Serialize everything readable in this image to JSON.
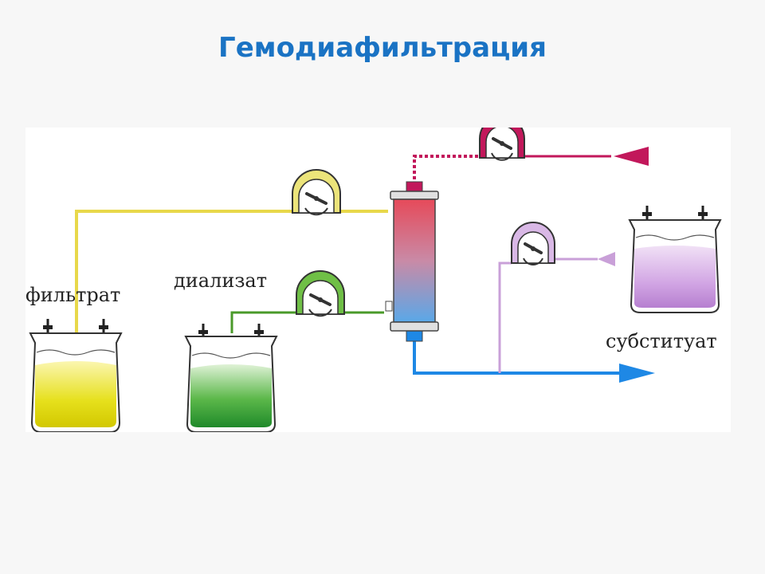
{
  "title": "Гемодиафильтрация",
  "labels": {
    "filtrate": "фильтрат",
    "dialysate": "диализат",
    "substituate": "субституат"
  },
  "colors": {
    "title": "#1a73c4",
    "filtrate_line": "#e8d84a",
    "dialysate_line": "#4a9a2a",
    "arterial_line": "#c2185b",
    "venous_line": "#1e88e5",
    "substituate_line": "#c9a0d8"
  },
  "icons": [
    "pump-icon",
    "bag-icon",
    "dialyzer-icon",
    "arrow-icon"
  ]
}
